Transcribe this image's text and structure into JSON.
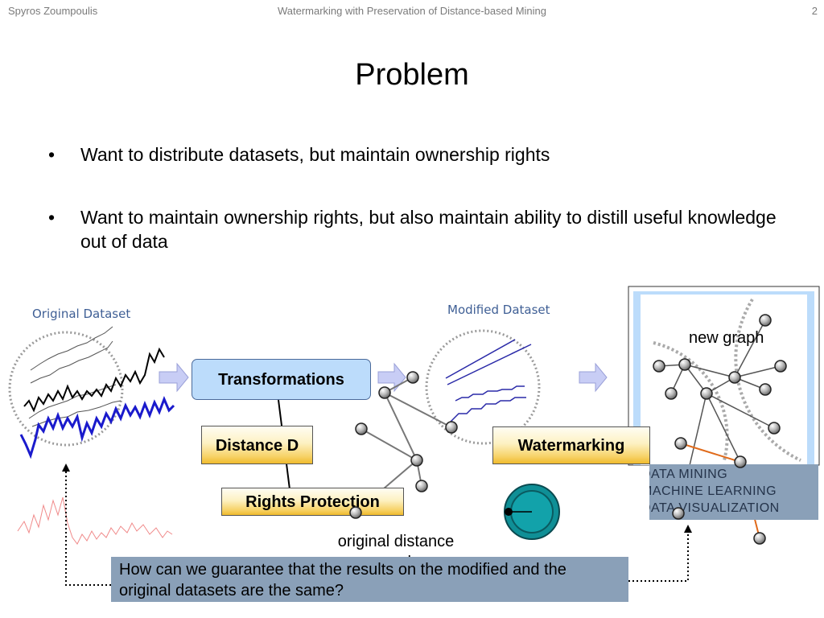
{
  "header": {
    "author": "Spyros Zoumpoulis",
    "title": "Watermarking with Preservation of Distance-based Mining",
    "page": "2"
  },
  "slide": {
    "title": "Problem",
    "bullets": [
      {
        "marker": "•",
        "text": "Want to distribute datasets, but maintain ownership rights"
      },
      {
        "marker": "•",
        "text": "Want to maintain ownership rights, but also maintain ability to distill useful knowledge out of data"
      }
    ]
  },
  "diagram": {
    "original_dataset_label": "Original Dataset",
    "modified_dataset_label": "Modified Dataset",
    "transformations": "Transformations",
    "distance": "Distance D",
    "rights_protection": "Rights Protection",
    "watermarking": "Watermarking",
    "new_graph": "new graph",
    "original_graph": "original distance graph",
    "panel_lines": [
      "DATA MINING",
      "MACHINE LEARNING",
      "DATA VISUALIZATION"
    ],
    "question": "How can we guarantee that the results on the modified and the original datasets are the same?"
  },
  "colors": {
    "question_bg": "#8aa0b8",
    "transform_bg": "#bcdcfb",
    "series_blue": "#1a1acc",
    "edge_orange": "#e06a1a",
    "knob": "#0f8f96"
  }
}
